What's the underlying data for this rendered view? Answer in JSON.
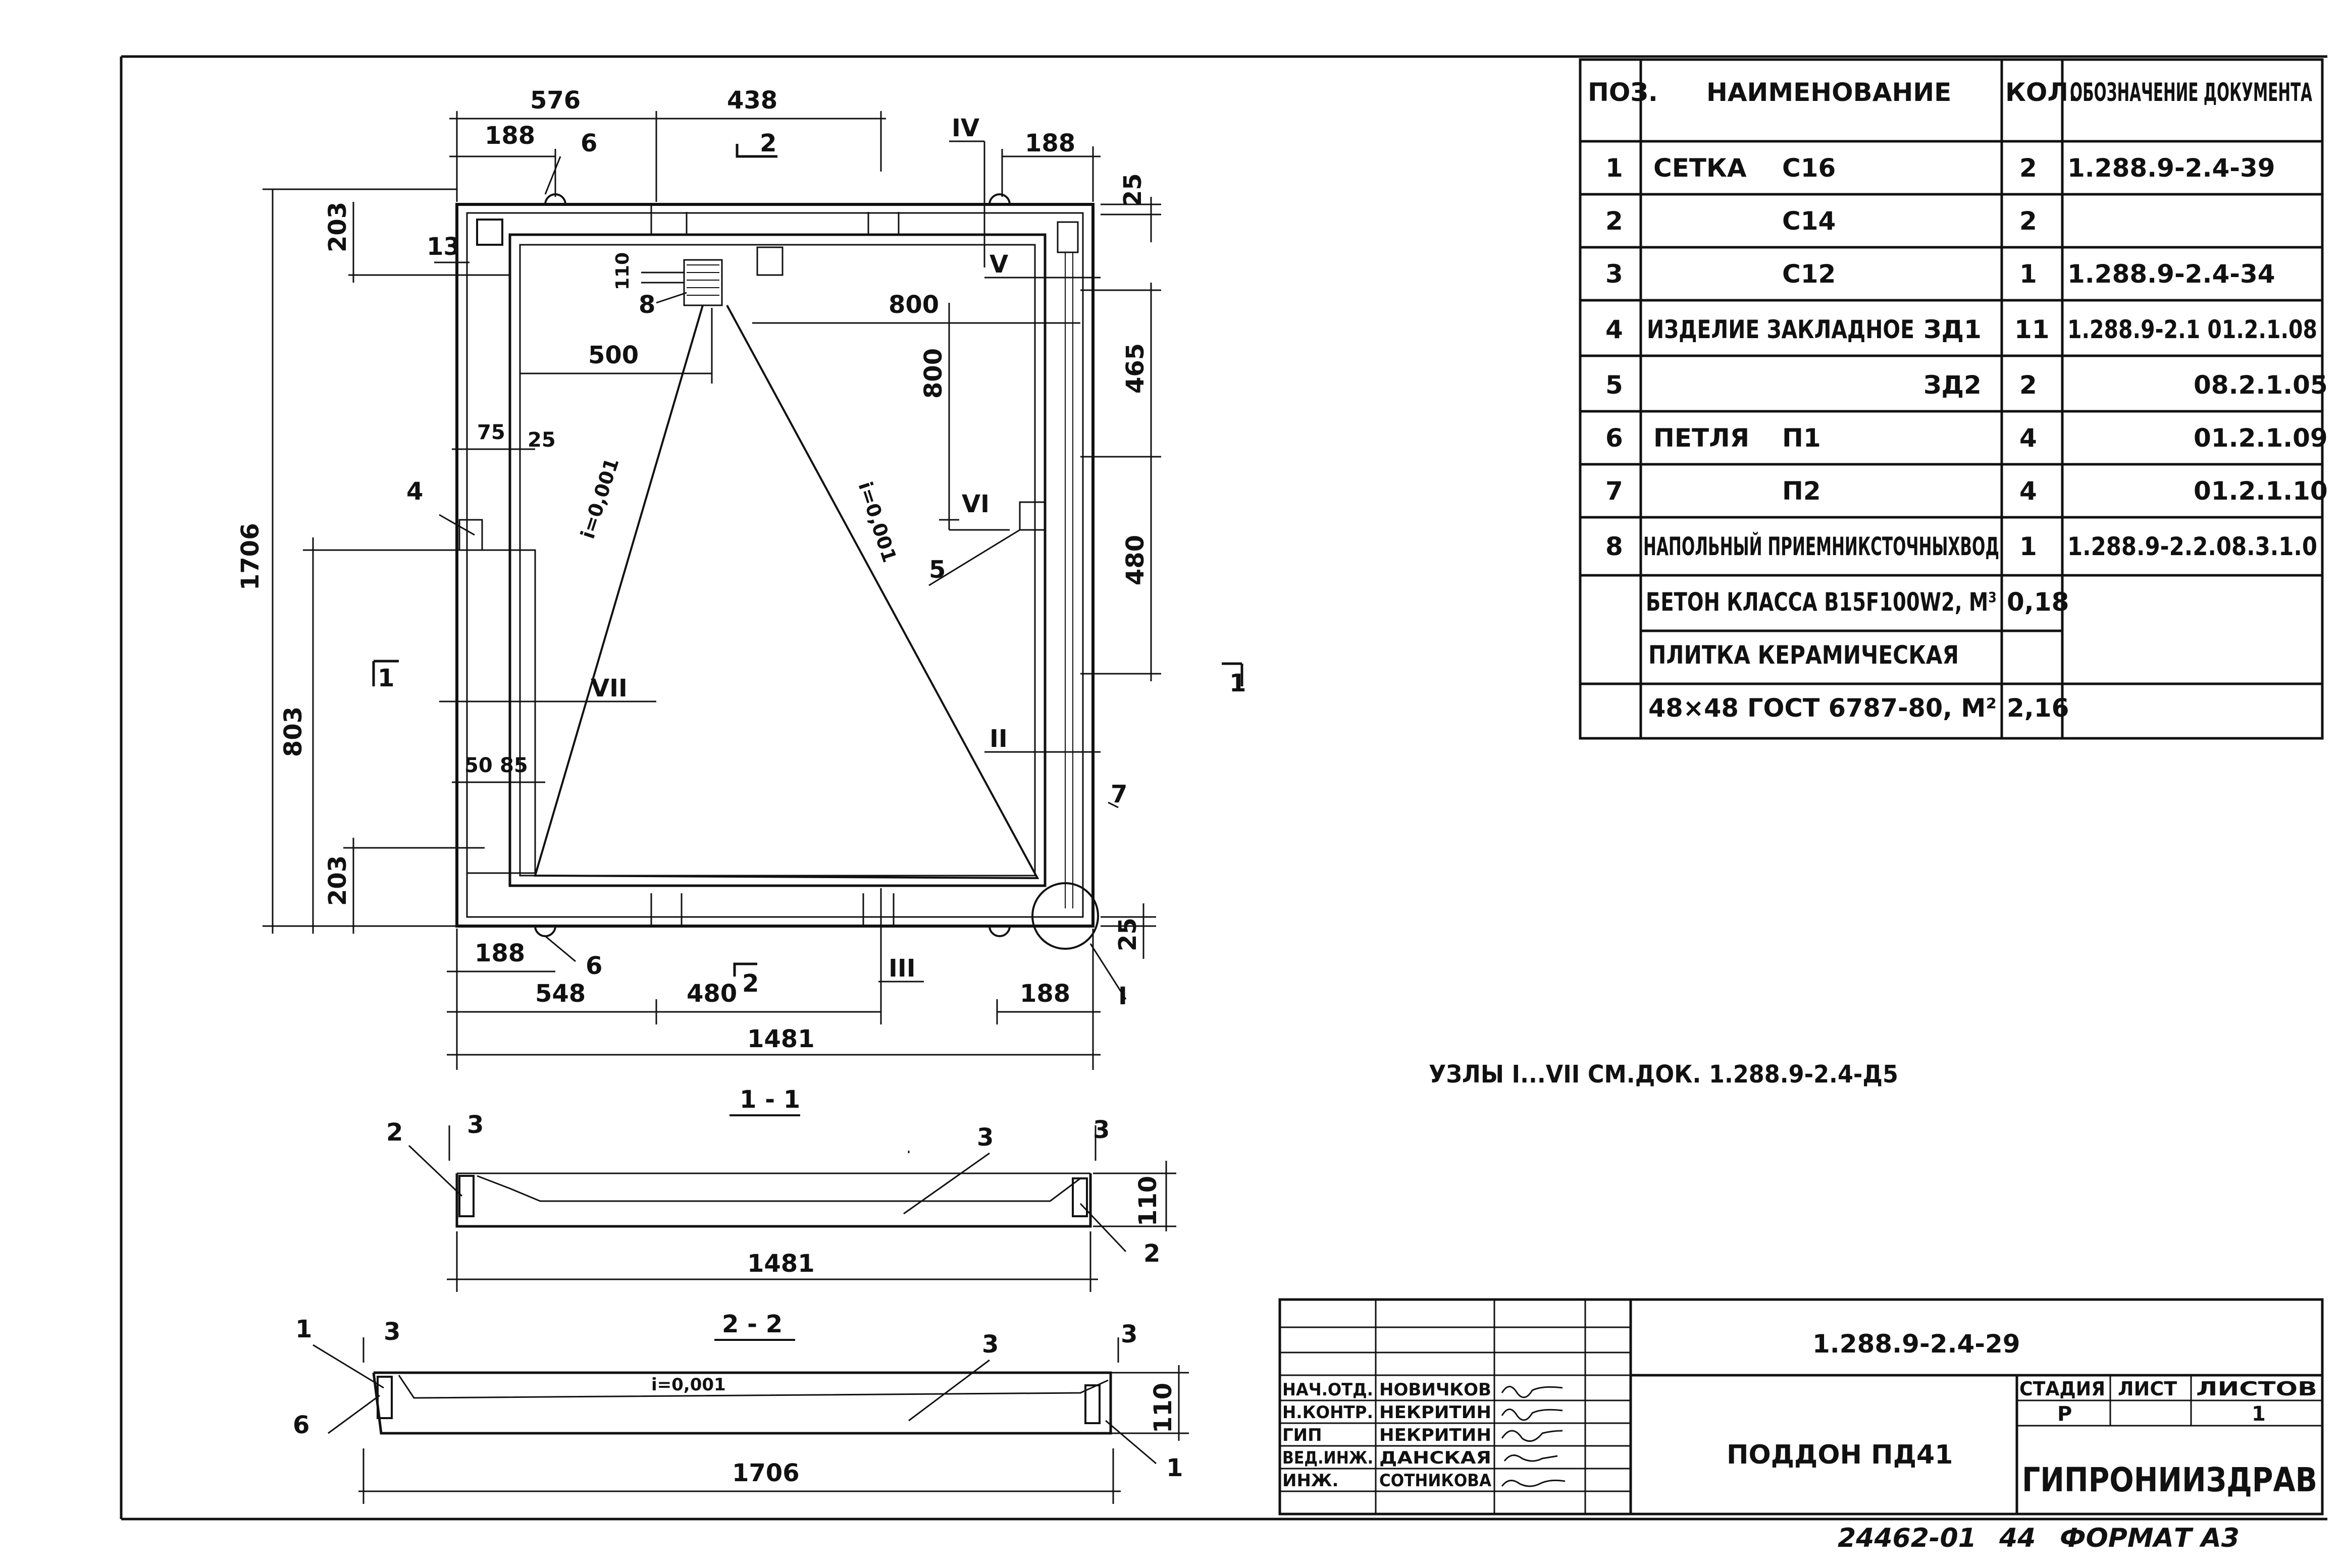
{
  "bom": {
    "headers": [
      "ПОЗ.",
      "НАИМЕНОВАНИЕ",
      "КОЛ.",
      "ОБОЗНАЧЕНИЕ ДОКУМЕНТА"
    ],
    "rows": [
      {
        "pos": "1",
        "name": "СЕТКА",
        "mark": "С16",
        "qty": "2",
        "doc": "1.288.9-2.4-39"
      },
      {
        "pos": "2",
        "name": "",
        "mark": "С14",
        "qty": "2",
        "doc": ""
      },
      {
        "pos": "3",
        "name": "",
        "mark": "С12",
        "qty": "1",
        "doc": "1.288.9-2.4-34"
      },
      {
        "pos": "4",
        "name": "ИЗДЕЛИЕ ЗАКЛАДНОЕ",
        "mark": "ЗД1",
        "qty": "11",
        "doc": "1.288.9-2.1 01.2.1.08"
      },
      {
        "pos": "5",
        "name": "",
        "mark": "ЗД2",
        "qty": "2",
        "doc": "08.2.1.05"
      },
      {
        "pos": "6",
        "name": "ПЕТЛЯ",
        "mark": "П1",
        "qty": "4",
        "doc": "01.2.1.09"
      },
      {
        "pos": "7",
        "name": "",
        "mark": "П2",
        "qty": "4",
        "doc": "01.2.1.10"
      },
      {
        "pos": "8",
        "name": "НАПОЛЬНЫЙ ПРИЕМНИКСТОЧНЫХВОД",
        "mark": "",
        "qty": "1",
        "doc": "1.288.9-2.2.08.3.1.0"
      },
      {
        "pos": "",
        "name": "БЕТОН КЛАССА В15F100W2, М³",
        "mark": "",
        "qty": "0,18",
        "doc": ""
      },
      {
        "pos": "",
        "name": "ПЛИТКА КЕРАМИЧЕСКАЯ",
        "mark": "",
        "qty": "",
        "doc": ""
      },
      {
        "pos": "",
        "name": "48×48 ГОСТ 6787-80, М²",
        "mark": "",
        "qty": "2,16",
        "doc": ""
      }
    ]
  },
  "plan": {
    "top_dims": [
      "576",
      "438",
      "188",
      "188"
    ],
    "bottom_dims": [
      "188",
      "548",
      "480",
      "188",
      "1481"
    ],
    "left_dims": [
      "1706",
      "803",
      "203",
      "203"
    ],
    "right_dims": [
      "25",
      "465",
      "480",
      "25"
    ],
    "inner_dims": [
      "110",
      "800",
      "500",
      "800",
      "75",
      "25",
      "50",
      "85"
    ],
    "slope_left": "i=0,001",
    "slope_right": "i=0,001",
    "callouts": [
      "6",
      "13",
      "8",
      "4",
      "5",
      "6",
      "7",
      "I",
      "II",
      "III",
      "IV",
      "V",
      "VI",
      "VII",
      "1",
      "1",
      "2",
      "2"
    ]
  },
  "section_1_1": {
    "title": "1 - 1",
    "dims": [
      "3",
      "3",
      "110",
      "1481"
    ],
    "callouts": [
      "2",
      "3",
      "2"
    ]
  },
  "section_2_2": {
    "title": "2 - 2",
    "slope": "i=0,001",
    "dims": [
      "3",
      "3",
      "110",
      "1706"
    ],
    "callouts": [
      "1",
      "6",
      "3",
      "1"
    ]
  },
  "note": "УЗЛЫ I...VII СМ.ДОК. 1.288.9-2.4-Д5",
  "title_block": {
    "doc_code": "1.288.9-2.4-29",
    "title": "ПОДДОН ПД41",
    "stage_label": "СТАДИЯ",
    "sheet_label": "ЛИСТ",
    "sheets_label": "ЛИСТОВ",
    "stage": "Р",
    "sheet": "",
    "sheets": "1",
    "org": "ГИПРОНИИЗДРАВ",
    "signers": [
      {
        "role": "НАЧ.ОТД.",
        "name": "НОВИЧКОВ"
      },
      {
        "role": "Н.КОНТР.",
        "name": "НЕКРИТИН"
      },
      {
        "role": "ГИП",
        "name": "НЕКРИТИН"
      },
      {
        "role": "ВЕД.ИНЖ.",
        "name": "ДАНСКАЯ"
      },
      {
        "role": "ИНЖ.",
        "name": "СОТНИКОВА"
      }
    ]
  },
  "footer": {
    "number": "24462-01",
    "sheet_no": "44",
    "format": "ФОРМАТ А3"
  }
}
